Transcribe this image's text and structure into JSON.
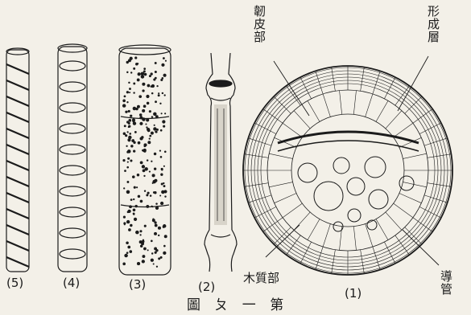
{
  "labels": {
    "phloem": "韌皮部",
    "cambium": "形成層",
    "xylem": "木質部",
    "vessel": "導管",
    "caption": "圖 ㄆ 一 第"
  },
  "panel_numbers": [
    "(5)",
    "(4)",
    "(3)",
    "(2)",
    "(1)"
  ],
  "colors": {
    "ink": "#1b1b1b",
    "paper": "#f3f0e8"
  }
}
